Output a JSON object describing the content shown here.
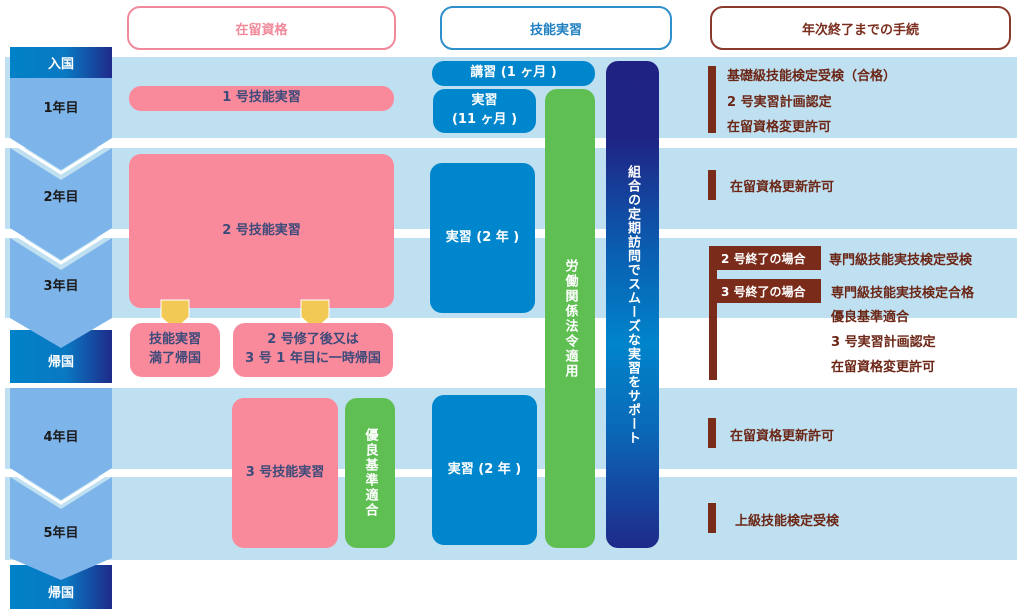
{
  "headers": {
    "status": "在留資格",
    "training": "技能実習",
    "procedures": "年次終了までの手続"
  },
  "timeline": {
    "entry": "入国",
    "years": [
      "1年目",
      "2年目",
      "3年目",
      "4年目",
      "5年目"
    ],
    "return_mid": "帰国",
    "return_end": "帰国"
  },
  "status_column": {
    "no1": "1 号技能実習",
    "no2": "2 号技能実習",
    "return_after_completion_lines": [
      "技能実習",
      "満了帰国"
    ],
    "temporary_return_lines": [
      "2 号修了後又は",
      "3 号 1 年目に一時帰国"
    ],
    "no3": "3 号技能実習",
    "excellent_criteria": "優良基準適合"
  },
  "training_column": {
    "lecture": "講習 (1 ヶ月 )",
    "practice_year1_lines": [
      "実習",
      "(11 ヶ月 )"
    ],
    "practice_2yr_a": "実習 (2 年 )",
    "practice_2yr_b": "実習 (2 年 )",
    "labor_law": "労働関係法令適用",
    "union_support": "組合の定期訪問でスムーズな実習をサポート"
  },
  "procedures_column": {
    "year1": [
      "基礎級技能検定受検（合格）",
      "2 号実習計画認定",
      "在留資格変更許可"
    ],
    "year2": [
      "在留資格更新許可"
    ],
    "year3": {
      "case2_label": "2 号終了の場合",
      "case2_items": [
        "専門級技能実技検定受検"
      ],
      "case3_label": "3 号終了の場合",
      "case3_items": [
        "専門級技能実技検定合格",
        "優良基準適合",
        "3 号実習計画認定",
        "在留資格変更許可"
      ]
    },
    "year4": [
      "在留資格更新許可"
    ],
    "year5": [
      "上級技能検定受検"
    ]
  },
  "colors": {
    "pink": "#f98a9c",
    "blue": "#0086cc",
    "green": "#5fbf53",
    "navy": "#1f2282",
    "band": "#bfe0f0",
    "arrow": "#7db5eb",
    "brown": "#7a2b1a",
    "yellow": "#f3c955"
  }
}
